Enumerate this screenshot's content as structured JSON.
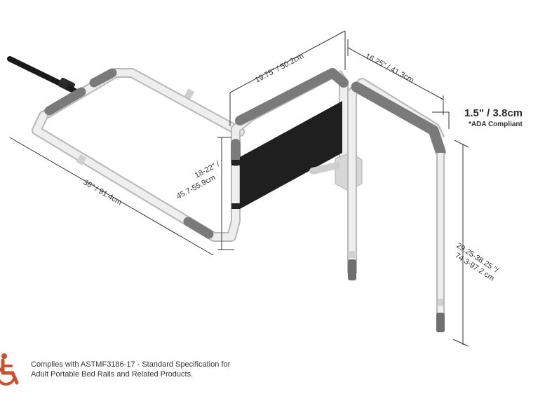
{
  "dimensions": {
    "top_width": "19.75\" / 50.2cm",
    "depth": "16.25\" / 41.3cm",
    "tube_diameter": "1.5\" / 3.8cm",
    "ada_note": "*ADA Compliant",
    "rail_height_line1": "18-22\" /",
    "rail_height_line2": "45.7-55.9cm",
    "base_length": "36\" / 91.4cm",
    "leg_height_line1": "29.25-38.25 \"/",
    "leg_height_line2": "74.3-97.2 cm"
  },
  "compliance": {
    "line1": "Complies with ASTMF3186-17 - Standard Specification for",
    "line2": "Adult Portable Bed Rails and Related Products."
  },
  "colors": {
    "accent": "#c8522f",
    "tube": "#e4e4e4",
    "grip": "#7a7a7a",
    "panel": "#1f1f1f"
  }
}
